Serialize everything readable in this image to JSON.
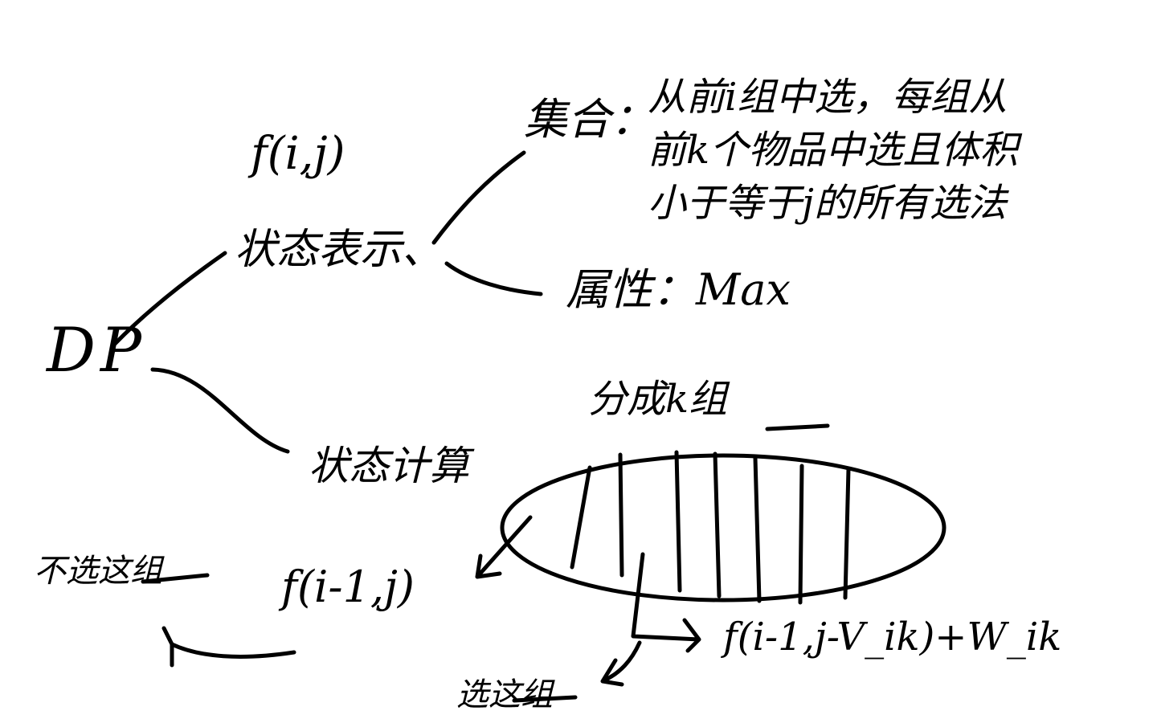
{
  "diagram": {
    "root": "DP",
    "state_function": "f(i,j)",
    "state_representation": "状态表示、",
    "set_label": "集合：",
    "set_description": [
      "从前i组中选，每组从",
      "前k个物品中选且体积",
      "小于等于j的所有选法"
    ],
    "attribute": "属性：Max",
    "state_computation": "状态计算",
    "partition_label": "分成k组",
    "not_select_label": "不选这组",
    "not_select_formula": "f(i-1,j)",
    "select_label": "选这组",
    "select_formula": "f(i-1,j-V_ik)+W_ik"
  }
}
